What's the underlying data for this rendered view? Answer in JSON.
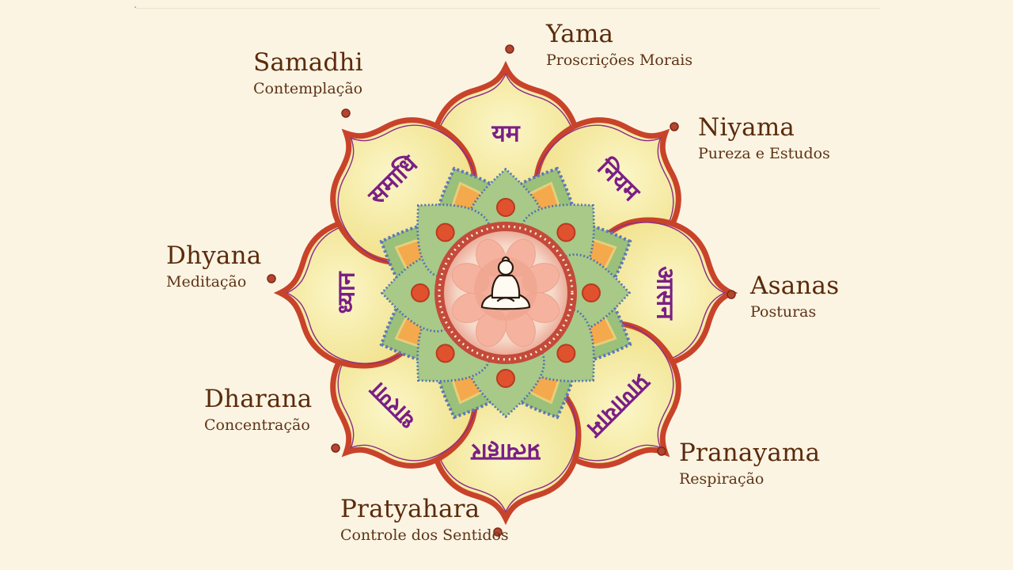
{
  "limbs": [
    {
      "id": "yama",
      "name": "Yama",
      "desc": "Proscrições Morais",
      "script": "यम"
    },
    {
      "id": "niyama",
      "name": "Niyama",
      "desc": "Pureza e Estudos",
      "script": "नियम"
    },
    {
      "id": "asanas",
      "name": "Asanas",
      "desc": "Posturas",
      "script": "आसन"
    },
    {
      "id": "pranayama",
      "name": "Pranayama",
      "desc": "Respiração",
      "script": "प्राणायाम"
    },
    {
      "id": "pratyahara",
      "name": "Pratyahara",
      "desc": "Controle dos Sentidos",
      "script": "प्रत्याहार"
    },
    {
      "id": "dharana",
      "name": "Dharana",
      "desc": "Concentração",
      "script": "धारणा"
    },
    {
      "id": "dhyana",
      "name": "Dhyana",
      "desc": "Meditação",
      "script": "ध्यान"
    },
    {
      "id": "samadhi",
      "name": "Samadhi",
      "desc": "Contemplação",
      "script": "समाधि"
    }
  ],
  "center": {
    "icon": "meditating-buddha-icon"
  },
  "colors": {
    "background": "#fbf4e3",
    "petal_fill": "#f7eeaa",
    "petal_stroke": "#c8432a",
    "petal_text": "#7a1f86",
    "label_text": "#5b2b0c",
    "inner_ring": "#c44a3a",
    "center_fill": "#f3b5a0"
  }
}
